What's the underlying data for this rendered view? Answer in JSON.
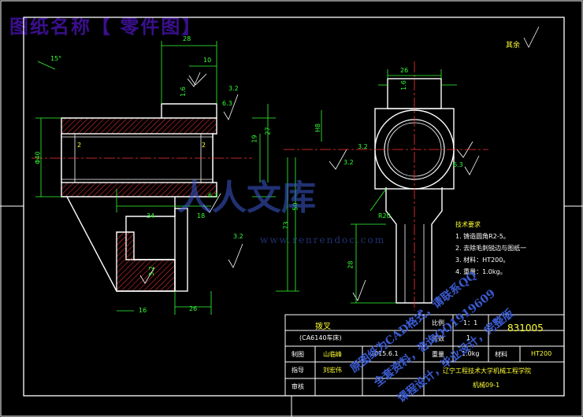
{
  "title": "图纸名称【 零件图】",
  "roughness_other": "其余",
  "dims": {
    "d_15deg": "15°",
    "d_28": "28",
    "d_10": "10",
    "d_3_2a": "3.2",
    "d_1_6a": "1.6",
    "d_6_3a": "6.3",
    "d_27": "27",
    "d_19": "19",
    "d_ph40": "Φ40",
    "d_2a": "2",
    "d_2b": "2",
    "d_34": "34",
    "d_18": "18",
    "d_6_3b": "6.3",
    "d_73": "73",
    "d_50": "50",
    "d_3_2b": "3.2",
    "d_3_2c": "3.2",
    "d_16": "16",
    "d_26": "26",
    "d_26r": "26",
    "d_1_6r": "1.6",
    "d_3_2r": "3.2",
    "d_6_3r": "6.3",
    "d_r20": "R20",
    "d_28r": "28",
    "d_3_2l": "3.2",
    "d_h8": "H8"
  },
  "tech_requirements": {
    "heading": "技术要求",
    "items": [
      "1. 铸造圆角R2-5。",
      "2. 去除毛刺锐边与图纸一",
      "3. 材料：HT200。",
      "4. 重量：1.0kg。"
    ]
  },
  "title_block": {
    "part_name": "拨叉",
    "part_sub": "(CA6140车床)",
    "scale_label": "比例",
    "scale_value": "1：1",
    "qty_label": "件数",
    "qty_value": "1",
    "drawing_no": "831005",
    "draw_label": "制图",
    "drawer": "山临峰",
    "date": "2015.6.1",
    "weight_label": "重量",
    "weight_value": "1.0kg",
    "material_label": "材料",
    "material_value": "HT200",
    "guide_label": "指导",
    "guide": "刘宏伟",
    "review_label": "审核",
    "school": "辽宁工程技术大学机械工程学院",
    "class_name": "机械09-1"
  },
  "watermark": {
    "main": "人人文库",
    "url": "www.renrendoc.com",
    "stamp_lines": [
      "原图纸为CAD格式，请联系QQ",
      "全套资料，咨询QQ1919609",
      "课程设计，毕业设计，完整版"
    ]
  },
  "colors": {
    "background": "#000000",
    "outline": "#ffffff",
    "dimension": "#33ff33",
    "center": "#ff3333",
    "hatch": "#ff3333",
    "title": "#3a0f8c",
    "watermark": "#3a5ad0"
  }
}
